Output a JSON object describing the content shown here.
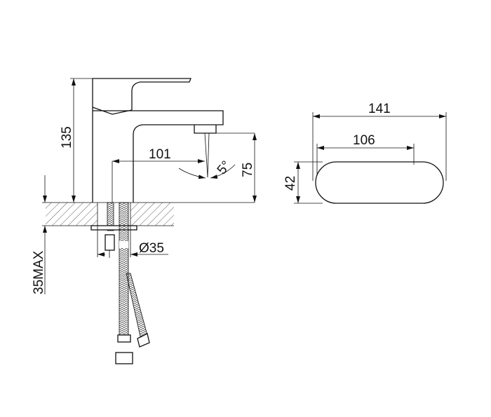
{
  "drawing": {
    "height_label": "135",
    "reach_label": "101",
    "angle_label": "5°",
    "spout_height_label": "75",
    "countertop_label": "35MAX",
    "hole_label": "Ø35",
    "plan_length_label": "141",
    "plan_inner_label": "106",
    "plan_width_label": "42"
  }
}
